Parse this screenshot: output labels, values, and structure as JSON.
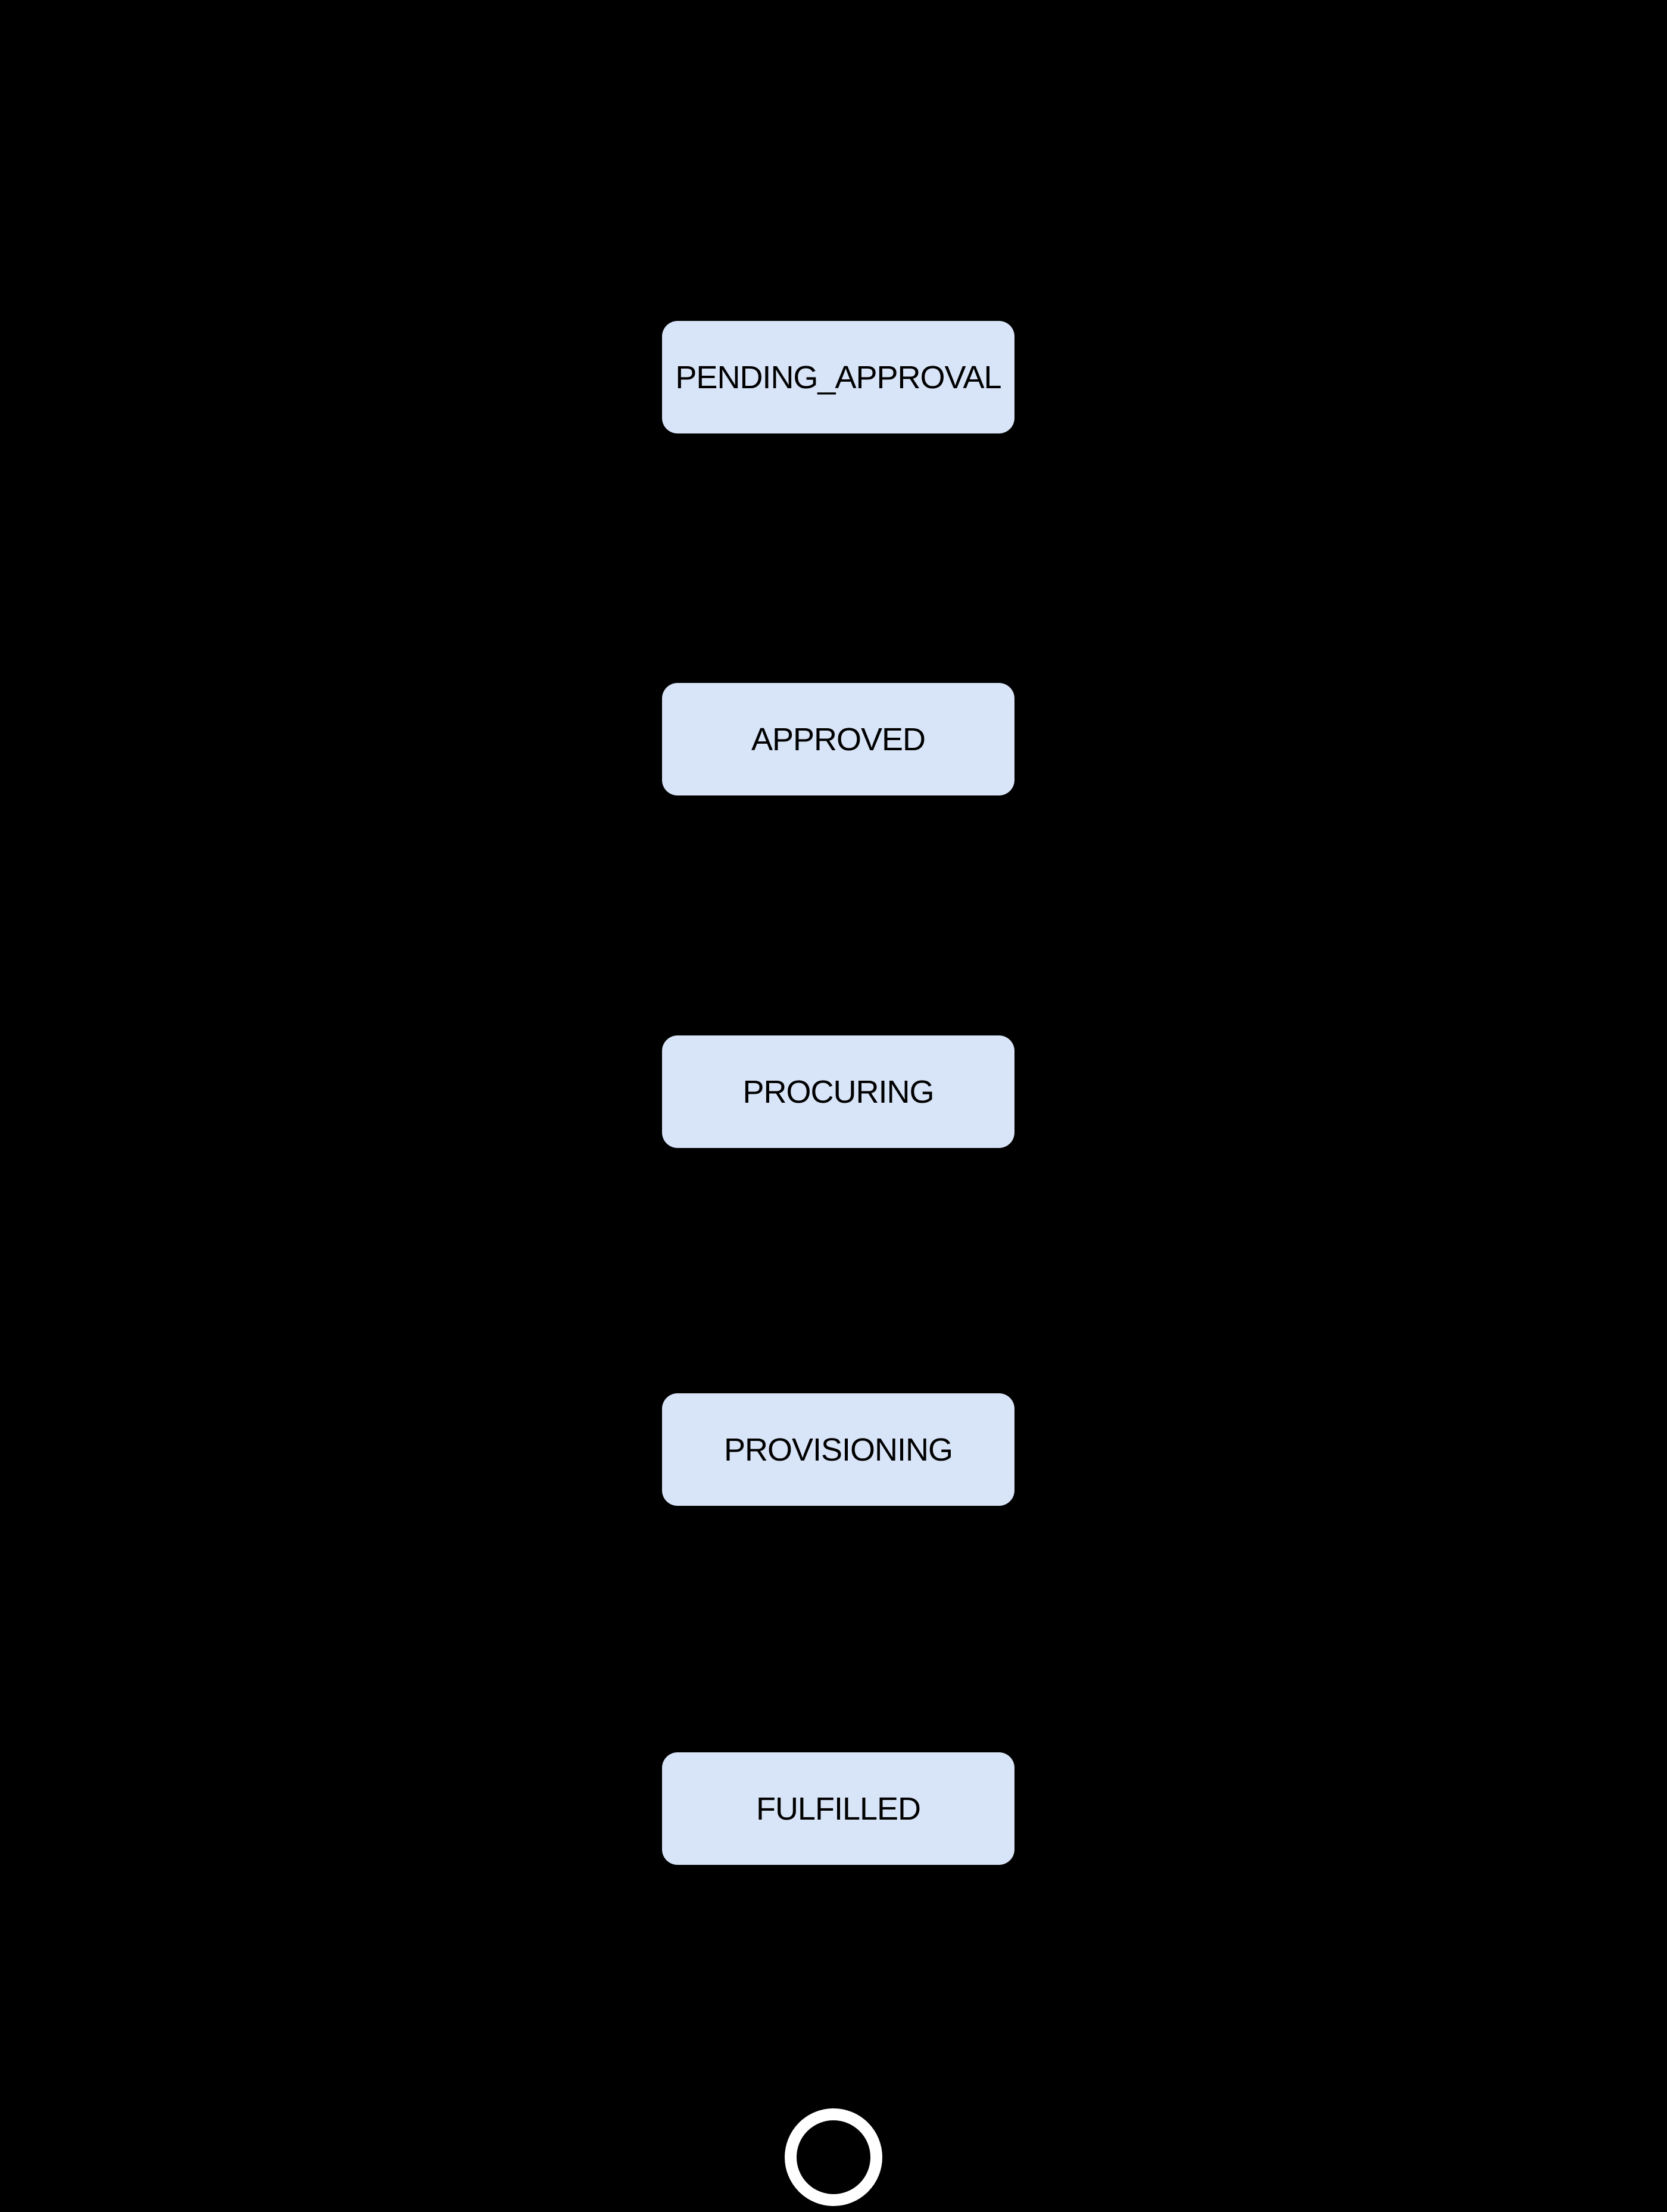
{
  "diagram": {
    "type": "state-flow",
    "colors": {
      "background": "#000000",
      "node_fill": "#d8e4f7",
      "node_text": "#000000",
      "final_ring": "#ffffff"
    },
    "states": [
      {
        "label": "PENDING_APPROVAL"
      },
      {
        "label": "APPROVED"
      },
      {
        "label": "PROCURING"
      },
      {
        "label": "PROVISIONING"
      },
      {
        "label": "FULFILLED"
      }
    ],
    "final_state": {
      "name": "end"
    }
  }
}
